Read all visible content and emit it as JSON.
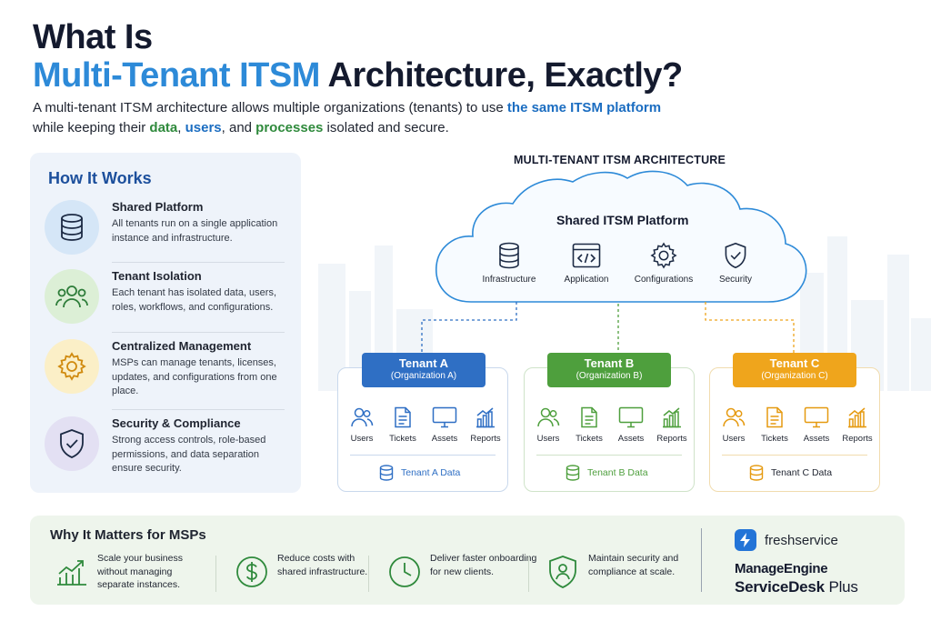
{
  "header": {
    "title_line1": "What Is",
    "title_accent": "Multi-Tenant ITSM",
    "title_rest": " Architecture, Exactly?",
    "intro_p1": "A multi-tenant ITSM architecture allows multiple organizations (tenants) to use ",
    "intro_hl1": "the same ITSM platform",
    "intro_p2": " while keeping their ",
    "intro_hl2": "data",
    "intro_p3": ", ",
    "intro_hl3": "users",
    "intro_p4": ", and ",
    "intro_hl4": "processes",
    "intro_p5": " isolated and secure."
  },
  "how": {
    "title": "How It Works",
    "items": [
      {
        "title": "Shared Platform",
        "desc": "All tenants run on a single application instance and infrastructure.",
        "icon": "database-icon"
      },
      {
        "title": "Tenant Isolation",
        "desc": "Each tenant has isolated data, users, roles, workflows, and configurations.",
        "icon": "users-group-icon"
      },
      {
        "title": "Centralized Management",
        "desc": "MSPs can manage tenants, licenses, updates, and configurations from one place.",
        "icon": "gear-icon"
      },
      {
        "title": "Security & Compliance",
        "desc": "Strong access controls, role-based permissions, and data separation ensure security.",
        "icon": "shield-check-icon"
      }
    ]
  },
  "architecture": {
    "title": "MULTI-TENANT ITSM ARCHITECTURE",
    "platform": {
      "title": "Shared ITSM Platform",
      "items": [
        {
          "label": "Infrastructure",
          "icon": "database-icon"
        },
        {
          "label": "Application",
          "icon": "code-window-icon"
        },
        {
          "label": "Configurations",
          "icon": "gear-icon"
        },
        {
          "label": "Security",
          "icon": "shield-check-icon"
        }
      ]
    },
    "tenants": [
      {
        "name": "Tenant A",
        "org": "(Organization A)",
        "data_label": "Tenant A Data",
        "color": "#2f6fc4",
        "light": "#cfdff2",
        "border": "#c9d8ec"
      },
      {
        "name": "Tenant B",
        "org": "(Organization B)",
        "data_label": "Tenant B Data",
        "color": "#4e9f3d",
        "light": "#d3e8cd",
        "border": "#cfe3c9"
      },
      {
        "name": "Tenant C",
        "org": "(Organization C)",
        "data_label": "Tenant C Data",
        "color": "#efa51c",
        "light": "#f6e2b5",
        "border": "#f1dcae"
      }
    ],
    "tenant_item_labels": [
      "Users",
      "Tickets",
      "Assets",
      "Reports"
    ]
  },
  "why": {
    "title": "Why It Matters for MSPs",
    "items": [
      {
        "text": "Scale your business without managing separate instances.",
        "icon": "growth-chart-icon"
      },
      {
        "text": "Reduce costs with shared infrastructure.",
        "icon": "dollar-icon"
      },
      {
        "text": "Deliver faster onboarding for new clients.",
        "icon": "clock-icon"
      },
      {
        "text": "Maintain security and compliance at scale.",
        "icon": "shield-user-icon"
      }
    ]
  },
  "brands": {
    "freshservice": "freshservice",
    "manageengine": "ManageEngine",
    "servicedesk_bold": "ServiceDesk",
    "servicedesk_rest": " Plus"
  },
  "colors": {
    "primary_text": "#141a2e",
    "accent_blue": "#2d8ad8",
    "green": "#2f8a3c"
  }
}
